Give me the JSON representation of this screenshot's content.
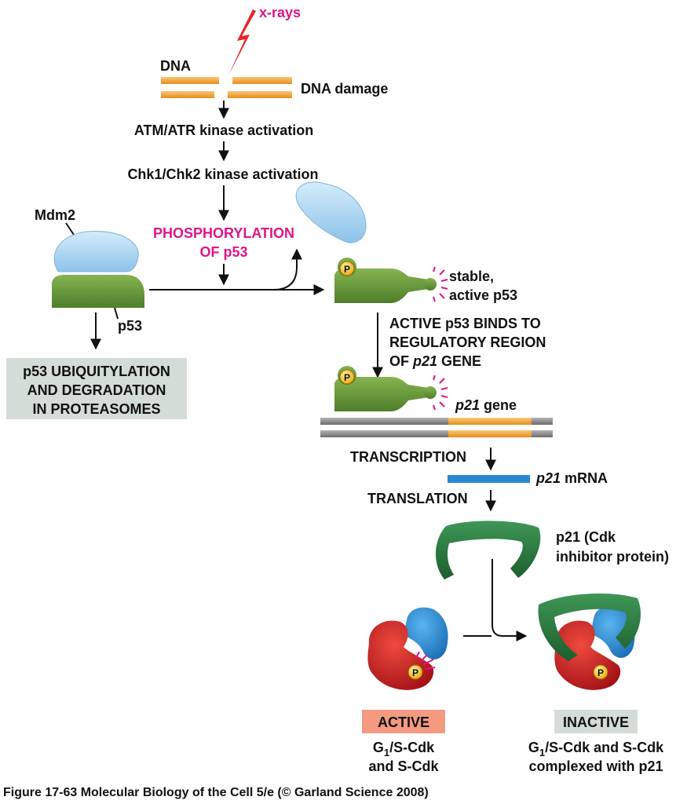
{
  "stimulus": {
    "label": "x-rays"
  },
  "dna": {
    "label": "DNA",
    "damage_label": "DNA damage"
  },
  "cascade": {
    "step1": "ATM/ATR kinase activation",
    "step2": "Chk1/Chk2 kinase activation",
    "phosphorylation_line1": "PHOSPHORYLATION",
    "phosphorylation_line2": "OF p53"
  },
  "left_branch": {
    "mdm2_label": "Mdm2",
    "p53_label": "p53",
    "fate_line1": "p53 UBIQUITYLATION",
    "fate_line2": "AND DEGRADATION",
    "fate_line3": "IN PROTEASOMES"
  },
  "right_branch": {
    "stable_line1": "stable,",
    "stable_line2": "active p53",
    "phospho_symbol": "P",
    "binds_line1": "ACTIVE p53 BINDS TO",
    "binds_line2": "REGULATORY REGION",
    "binds_line3_prefix": "OF ",
    "binds_line3_gene": "p21",
    "binds_line3_suffix": " GENE",
    "gene_italic": "p21",
    "gene_suffix": " gene",
    "transcription": "TRANSCRIPTION",
    "mrna_italic": "p21",
    "mrna_suffix": " mRNA",
    "translation": "TRANSLATION",
    "p21_line1": "p21 (Cdk",
    "p21_line2": "inhibitor protein)"
  },
  "cdk": {
    "active_badge": "ACTIVE",
    "active_line1_prefix": "G",
    "active_line1_sub": "1",
    "active_line1_suffix": "/S-Cdk",
    "active_line2": "and S-Cdk",
    "inactive_badge": "INACTIVE",
    "inactive_line1_prefix": "G",
    "inactive_line1_sub": "1",
    "inactive_line1_suffix": "/S-Cdk and S-Cdk",
    "inactive_line2": "complexed with p21"
  },
  "caption": "Figure 17-63  Molecular Biology of the Cell 5/e (© Garland Science 2008)",
  "colors": {
    "magenta": "#e0148a",
    "dna_orange": "#f2a53a",
    "p53_green": "#6a9a3a",
    "mdm2_blue": "#a9d4f2",
    "p21_green": "#2a7a3e",
    "cdk_red": "#c8141e",
    "cyclin_blue": "#1f8fd6",
    "phospho_yellow": "#f5c518",
    "mrna_blue": "#2a88d0",
    "gray_box": "#d4dcd8",
    "active_badge": "#f39a80"
  }
}
